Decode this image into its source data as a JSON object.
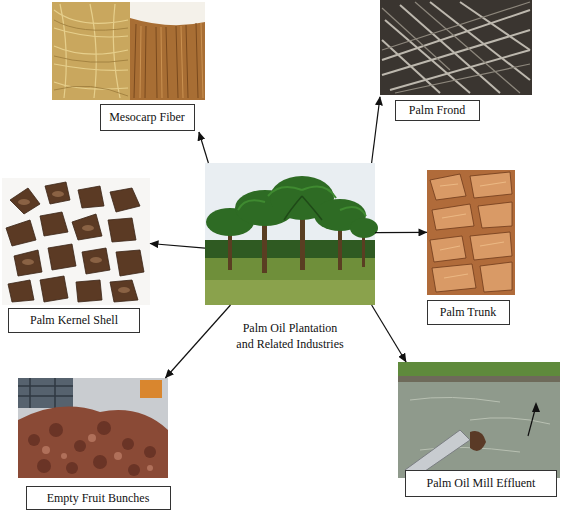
{
  "diagram": {
    "nodes": [
      {
        "text": [
          "Mesocarp Fiber"
        ]
      },
      {
        "text": [
          "Palm Frond"
        ]
      },
      {
        "text": [
          "Palm Oil Plantation and Related Industries"
        ]
      },
      {
        "text": [
          "Palm Kernel Shell"
        ]
      },
      {
        "text": [
          "Palm Trunk"
        ]
      },
      {
        "text": [
          "Empty Fruit Bunches"
        ]
      },
      {
        "text": [
          "Palm Oil Mill Effluent"
        ]
      }
    ],
    "edges": [
      {
        "from": 2,
        "to": 0,
        "arrow": "to"
      },
      {
        "from": 2,
        "to": 1,
        "arrow": "to"
      },
      {
        "from": 2,
        "to": 4,
        "arrow": "to"
      },
      {
        "from": 2,
        "to": 3,
        "arrow": "to"
      },
      {
        "from": 2,
        "to": 5,
        "arrow": "to"
      },
      {
        "from": 2,
        "to": 6,
        "arrow": "to"
      }
    ]
  }
}
